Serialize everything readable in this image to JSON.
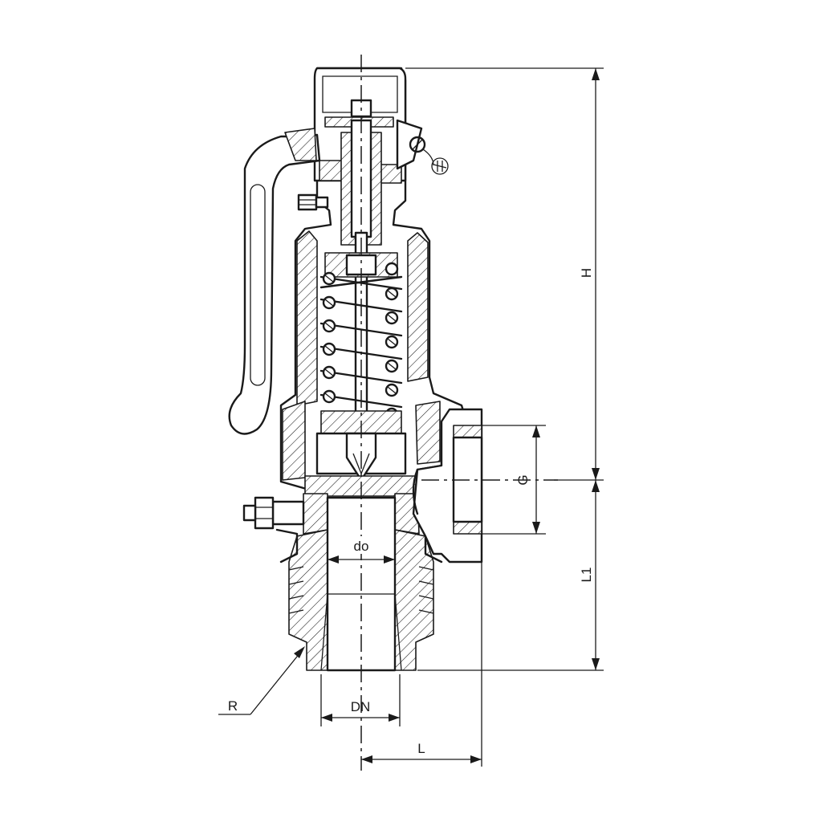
{
  "drawing": {
    "labels": {
      "height": "H",
      "inlet_length": "L1",
      "outlet_thread": "G",
      "orifice_diameter": "do",
      "nominal_diameter": "DN",
      "outlet_length": "L",
      "inlet_thread": "R"
    }
  }
}
